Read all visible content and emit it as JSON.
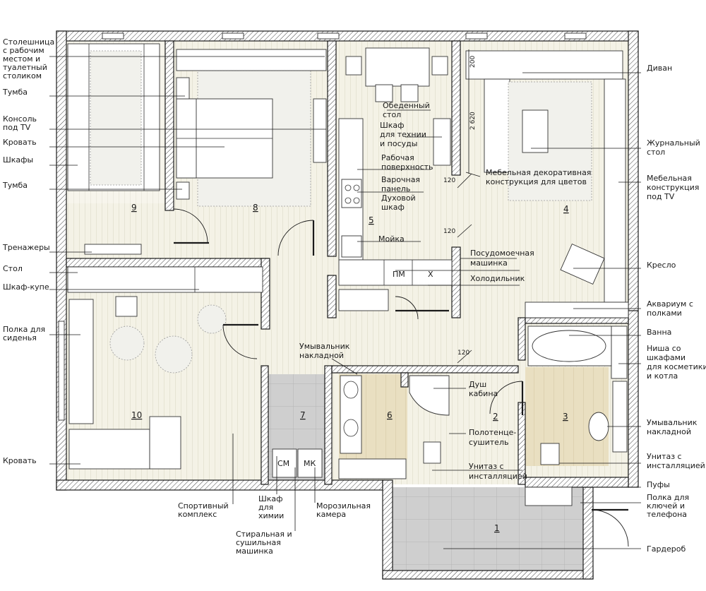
{
  "labels_left": [
    {
      "id": "countertop",
      "text": [
        "Столешница",
        "с рабочим",
        "местом и",
        "туалетный",
        "столиком"
      ]
    },
    {
      "id": "nightstand-1",
      "text": [
        "Тумба"
      ]
    },
    {
      "id": "tv-console",
      "text": [
        "Консоль",
        "под TV"
      ]
    },
    {
      "id": "bed-1",
      "text": [
        "Кровать"
      ]
    },
    {
      "id": "wardrobes",
      "text": [
        "Шкафы"
      ]
    },
    {
      "id": "nightstand-2",
      "text": [
        "Тумба"
      ]
    },
    {
      "id": "trainers",
      "text": [
        "Тренажеры"
      ]
    },
    {
      "id": "desk",
      "text": [
        "Стол"
      ]
    },
    {
      "id": "wardrobe-sliding",
      "text": [
        "Шкаф-купе"
      ]
    },
    {
      "id": "seat-shelf",
      "text": [
        "Полка для",
        "сиденья"
      ]
    },
    {
      "id": "bed-2",
      "text": [
        "Кровать"
      ]
    }
  ],
  "labels_right": [
    {
      "id": "sofa",
      "text": [
        "Диван"
      ]
    },
    {
      "id": "coffee-table",
      "text": [
        "Журнальный",
        "стол"
      ]
    },
    {
      "id": "tv-unit",
      "text": [
        "Мебельная",
        "конструкция",
        "под TV"
      ]
    },
    {
      "id": "armchair",
      "text": [
        "Кресло"
      ]
    },
    {
      "id": "aquarium",
      "text": [
        "Аквариум с",
        "полками"
      ]
    },
    {
      "id": "bathtub",
      "text": [
        "Ванна"
      ]
    },
    {
      "id": "niche",
      "text": [
        "Ниша со",
        "шкафами",
        "для косметики",
        "и котла"
      ]
    },
    {
      "id": "washbasin-3",
      "text": [
        "Умывальник",
        "накладной"
      ]
    },
    {
      "id": "toilet-3",
      "text": [
        "Унитаз с",
        "инсталляцией"
      ]
    },
    {
      "id": "poufs",
      "text": [
        "Пуфы"
      ]
    },
    {
      "id": "key-shelf",
      "text": [
        "Полка для",
        "ключей и",
        "телефона"
      ]
    },
    {
      "id": "wardrobe-hall",
      "text": [
        "Гардероб"
      ]
    }
  ],
  "labels_center": [
    {
      "id": "dining-table",
      "text": [
        "Обеденный",
        "стол"
      ]
    },
    {
      "id": "kitchen-cabinet",
      "text": [
        "Шкаф",
        "для технии",
        "и посуды"
      ]
    },
    {
      "id": "work-surface",
      "text": [
        "Рабочая",
        "поверхность"
      ]
    },
    {
      "id": "cooktop",
      "text": [
        "Варочная",
        "панель"
      ]
    },
    {
      "id": "oven",
      "text": [
        "Духовой",
        "шкаф"
      ]
    },
    {
      "id": "sink",
      "text": [
        "Мойка"
      ]
    },
    {
      "id": "dishwasher",
      "text": [
        "Посудомоечная",
        "машинка"
      ]
    },
    {
      "id": "fridge",
      "text": [
        "Холодильник"
      ]
    },
    {
      "id": "decor-structure",
      "text": [
        "Мебельная декоративная",
        "конструкция для цветов"
      ]
    },
    {
      "id": "washbasin-6",
      "text": [
        "Умывальник",
        "накладной"
      ]
    },
    {
      "id": "shower",
      "text": [
        "Душ",
        "кабина"
      ]
    },
    {
      "id": "towel-dryer",
      "text": [
        "Полотенце-",
        "сушитель"
      ]
    },
    {
      "id": "toilet-6",
      "text": [
        "Унитаз с",
        "инсталляцией"
      ]
    }
  ],
  "labels_bottom": [
    {
      "id": "sport-complex",
      "text": [
        "Спортивный",
        "комплекс"
      ]
    },
    {
      "id": "chem-cabinet",
      "text": [
        "Шкаф",
        "для",
        "химии"
      ]
    },
    {
      "id": "washer",
      "text": [
        "Стиральная и",
        "сушильная",
        "машинка"
      ]
    },
    {
      "id": "freezer",
      "text": [
        "Морозильная",
        "камера"
      ]
    }
  ],
  "appliance_marks": {
    "pm": "ПМ",
    "x": "Х",
    "sm": "СМ",
    "mk": "МК"
  },
  "room_numbers": [
    "1",
    "2",
    "3",
    "4",
    "5",
    "6",
    "7",
    "8",
    "9",
    "10"
  ],
  "dimensions": {
    "d200": "200",
    "d2620": "2 620",
    "d120a": "120",
    "d120b": "120",
    "d120c": "120"
  }
}
